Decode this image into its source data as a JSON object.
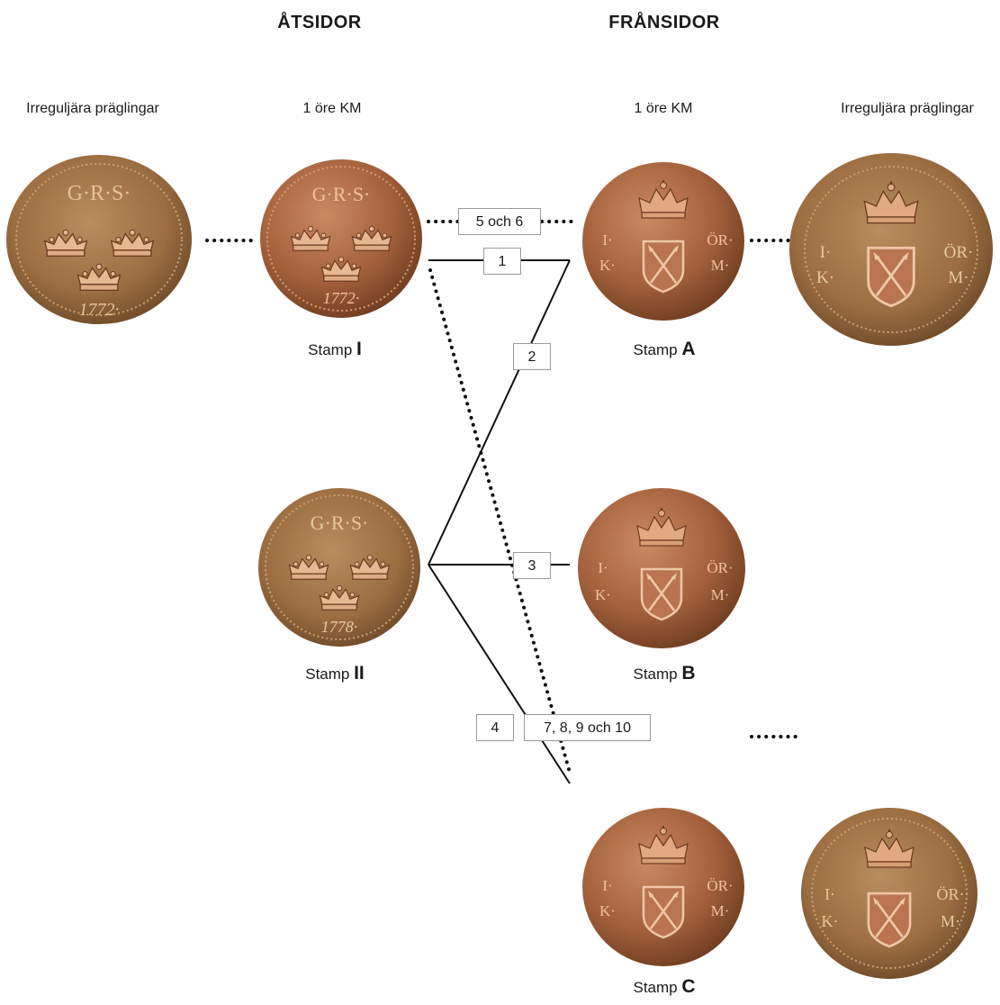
{
  "headings": {
    "obverse": "ÅTSIDOR",
    "reverse": "FRÅNSIDOR"
  },
  "column_labels": {
    "left_irregular": "Irreguljära präglingar",
    "obverse_main": "1 öre KM",
    "reverse_main": "1 öre KM",
    "right_irregular": "Irreguljära präglingar"
  },
  "stamps": [
    {
      "prefix": "Stamp",
      "id": "I"
    },
    {
      "prefix": "Stamp",
      "id": "II"
    },
    {
      "prefix": "Stamp",
      "id": "A"
    },
    {
      "prefix": "Stamp",
      "id": "B"
    },
    {
      "prefix": "Stamp",
      "id": "C"
    }
  ],
  "links": {
    "l1": "1",
    "l2": "2",
    "l3": "3",
    "l4": "4",
    "l56": "5 och 6",
    "l78910": "7, 8, 9 och 10"
  },
  "coin_text": {
    "obverse_legend": "G·R·S·",
    "obverse_year_I": "1772·",
    "obverse_year_II": "1778·",
    "reverse_left_top": "I·",
    "reverse_left_bottom": "K·",
    "reverse_right_top": "ÖR·",
    "reverse_right_bottom": "M·"
  },
  "colors": {
    "copper": "#a8663f",
    "copper_dark": "#7a4526",
    "line": "#111111"
  }
}
